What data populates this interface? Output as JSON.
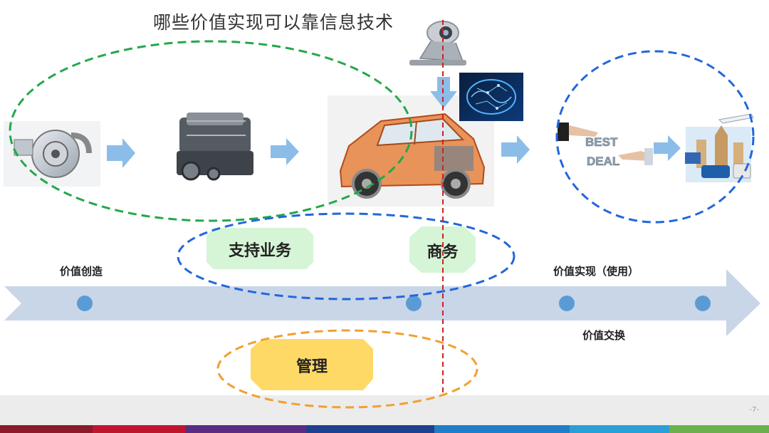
{
  "title": "哪些价值实现可以靠信息技术",
  "labels": {
    "value_creation": "价值创造",
    "value_realization": "价值实现（使用）",
    "value_exchange": "价值交换"
  },
  "hexagons": {
    "business_support": "支持业务",
    "commerce": "商务",
    "management": "管理"
  },
  "deal_text": {
    "line1": "BEST",
    "line2": "DEAL"
  },
  "page_number": "-7-",
  "colors": {
    "arrow_band": "#c8d6e8",
    "dot": "#5b9bd5",
    "hex_green": "#d6f5d6",
    "hex_yellow": "#ffd966",
    "ellipse_green": "#23a84a",
    "ellipse_blue": "#2266dd",
    "ellipse_orange": "#f0a030",
    "red_line": "#cc2222",
    "flow_arrow": "#8cbde9"
  }
}
